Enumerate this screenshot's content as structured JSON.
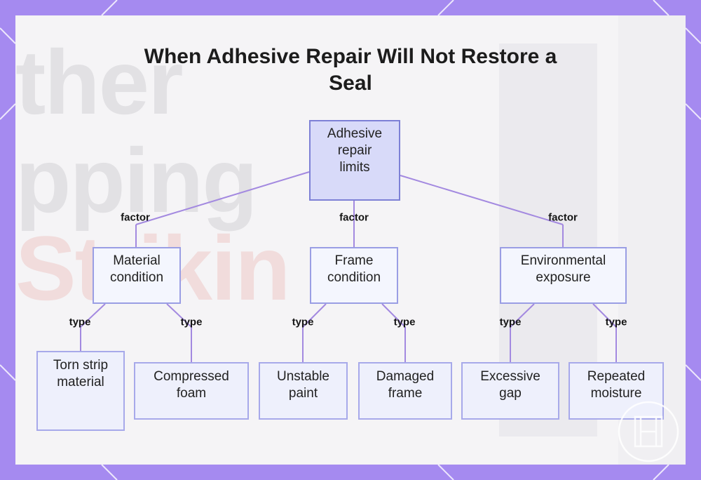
{
  "title": "When Adhesive Repair Will Not Restore a Seal",
  "root": {
    "label": "Adhesive repair limits"
  },
  "factors": [
    {
      "edge_label": "factor",
      "label": "Material condition",
      "types": [
        {
          "edge_label": "type",
          "label": "Torn strip material"
        },
        {
          "edge_label": "type",
          "label": "Compressed foam"
        }
      ]
    },
    {
      "edge_label": "factor",
      "label": "Frame condition",
      "types": [
        {
          "edge_label": "type",
          "label": "Unstable paint"
        },
        {
          "edge_label": "type",
          "label": "Damaged frame"
        }
      ]
    },
    {
      "edge_label": "factor",
      "label": "Environmental exposure",
      "types": [
        {
          "edge_label": "type",
          "label": "Excessive gap"
        },
        {
          "edge_label": "type",
          "label": "Repeated moisture"
        }
      ]
    }
  ],
  "colors": {
    "frame": "#a58af0",
    "card": "#f5f4f6",
    "root_fill": "#d8daf9",
    "node_fill": "#f0f2fe",
    "node_border": "#a7a9ea",
    "connector": "#a389e0"
  }
}
